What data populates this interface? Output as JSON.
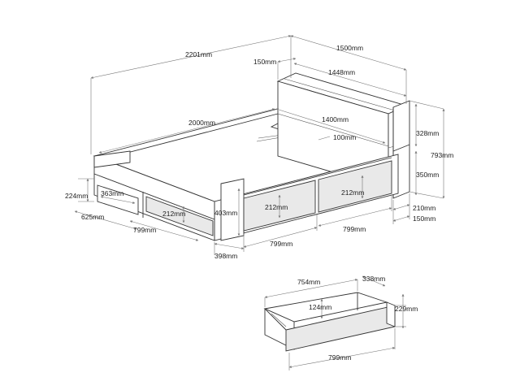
{
  "colors": {
    "line": "#333333",
    "dimension": "#777777",
    "text": "#222222",
    "background": "#ffffff"
  },
  "bed": {
    "dimensions": {
      "overall_length": "2201mm",
      "overall_width": "1500mm",
      "head_offset": "150mm",
      "headboard_width": "1448mm",
      "mattress_length": "2000mm",
      "mattress_width": "1400mm",
      "slat_gap": "100mm",
      "upper_shelf_height": "328mm",
      "total_height": "793mm",
      "lower_shelf_height": "350mm",
      "side_gap": "210mm",
      "side_offset": "150mm",
      "drawer_height_right": "212mm",
      "drawer_height_center": "212mm",
      "drawer_height_left": "212mm",
      "frame_height": "403mm",
      "foot_height": "224mm",
      "foot_shelf_width": "363mm",
      "foot_depth": "625mm",
      "drawer_width_left": "799mm",
      "drawer_width_center": "799mm",
      "drawer_width_right": "799mm",
      "leg_width": "398mm"
    }
  },
  "drawer": {
    "dimensions": {
      "inner_width": "754mm",
      "depth": "338mm",
      "inner_height": "124mm",
      "height": "229mm",
      "width": "799mm"
    }
  }
}
